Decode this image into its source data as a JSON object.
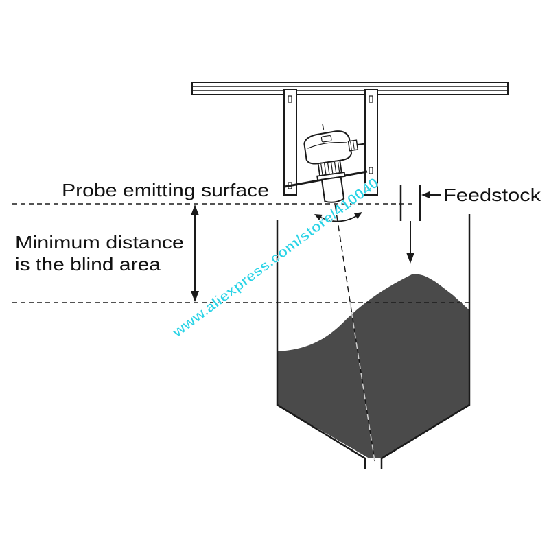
{
  "labels": {
    "probe_surface": "Probe emitting surface",
    "feedstock": "Feedstock",
    "blind_area_line1": "Minimum distance",
    "blind_area_line2": "is the blind area"
  },
  "watermark": "www.aliexpress.com/store/410040",
  "colors": {
    "line": "#1a1a1a",
    "material": "#4a4a4a",
    "beam": "#cfcfcf",
    "watermark": "#29d3e6"
  },
  "icons": {
    "sensor": "ultrasonic-level-sensor-icon",
    "silo": "silo-icon"
  }
}
